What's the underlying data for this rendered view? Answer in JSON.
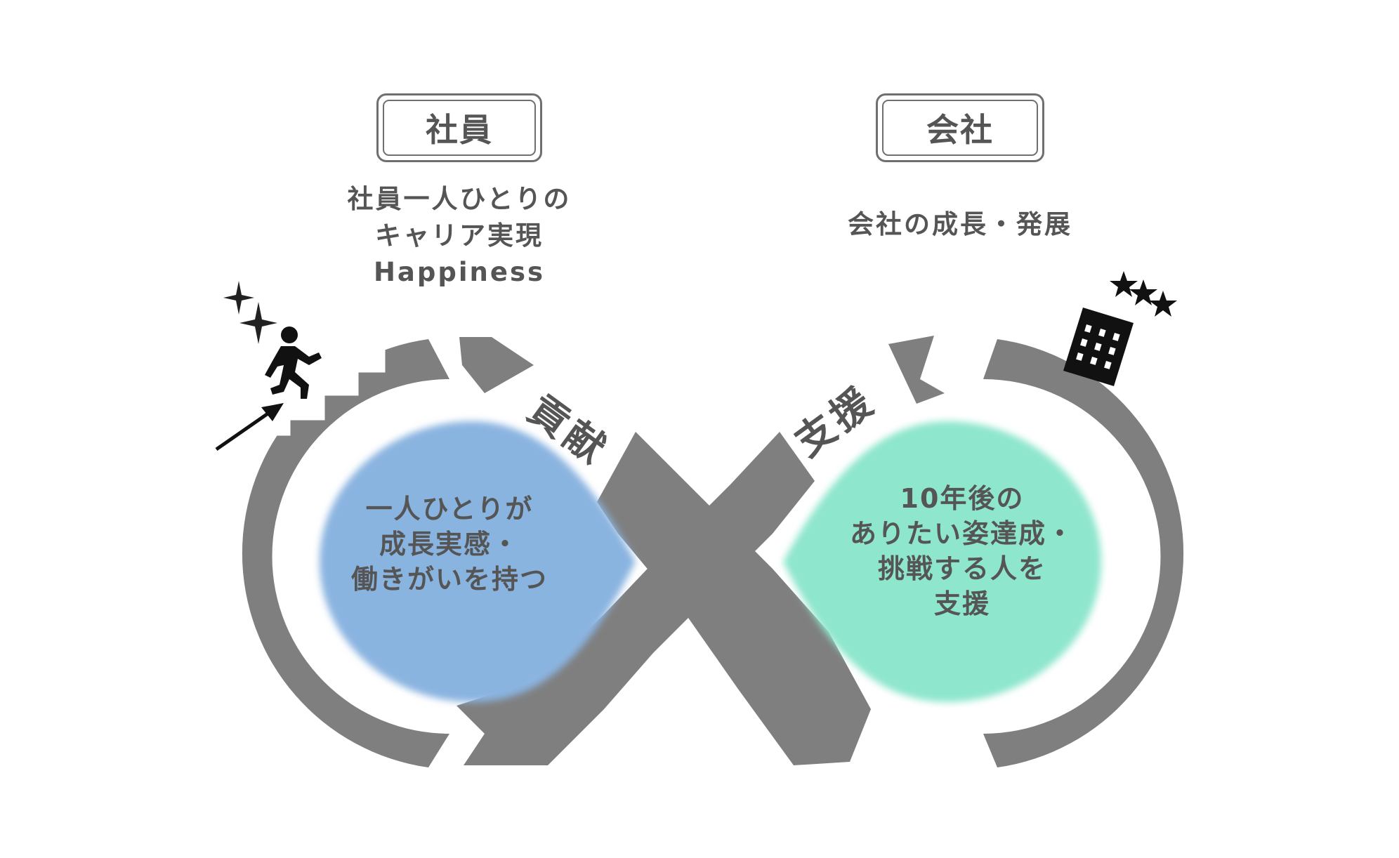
{
  "employee": {
    "title": "社員",
    "description": [
      "社員一人ひとりの",
      "キャリア実現",
      "Happiness"
    ],
    "center_text": [
      "一人ひとりが",
      "成長実感・",
      "働きがいを持つ"
    ],
    "color": "#8ab4e0"
  },
  "company": {
    "title": "会社",
    "description": [
      "会社の成長・発展"
    ],
    "center_text": [
      "10年後の",
      "ありたい姿達成・",
      "挑戦する人を",
      "支援"
    ],
    "color": "#8ee6cc"
  },
  "flow": {
    "contribution_label": "貢献",
    "support_label": "支援",
    "loop_color": "#7f7f7f"
  },
  "icons": [
    "sparkle-icon",
    "runner-icon",
    "stairs-icon",
    "arrow-icon",
    "building-icon",
    "star-icon"
  ]
}
